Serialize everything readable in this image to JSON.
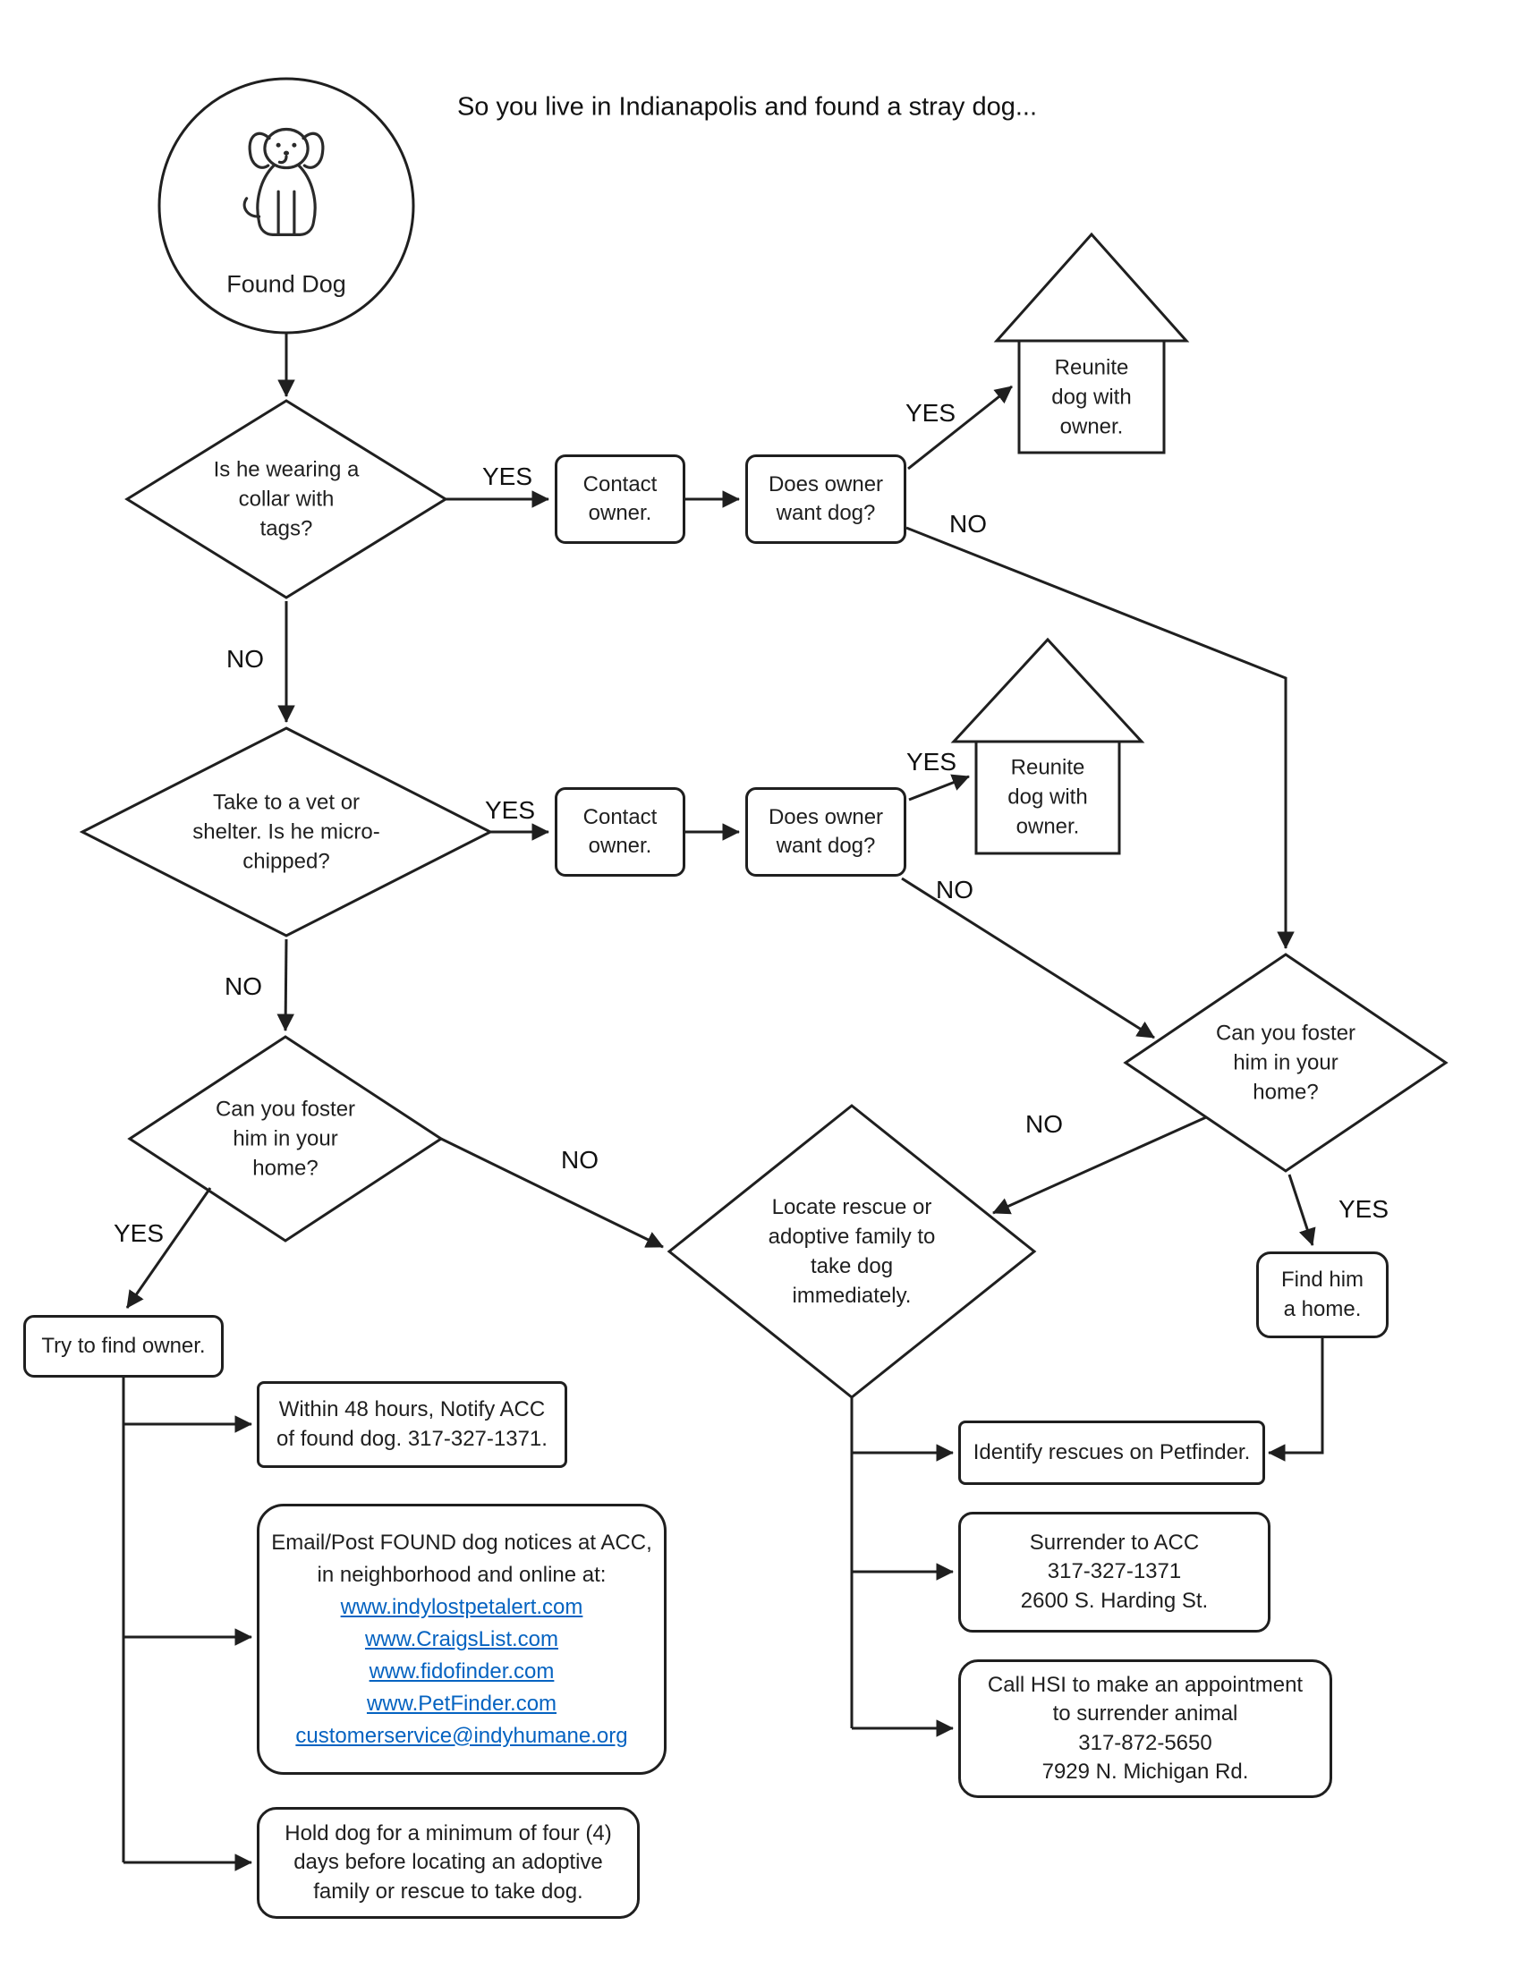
{
  "title": "So you live in Indianapolis and found a stray dog...",
  "palette": {
    "ink": "#1f1f1f",
    "link_blue": "#0563C1",
    "background": "#ffffff"
  },
  "start": {
    "label": "Found Dog"
  },
  "decisions": {
    "collar": {
      "lines": [
        "Is he wearing a",
        "collar with",
        "tags?"
      ]
    },
    "microchip": {
      "lines": [
        "Take to a vet or",
        "shelter.  Is he micro-",
        "chipped?"
      ]
    },
    "foster_left": {
      "lines": [
        "Can you foster",
        "him in your",
        "home?"
      ]
    },
    "foster_right": {
      "lines": [
        "Can you foster",
        "him in your",
        "home?"
      ]
    },
    "locate_rescue": {
      "lines": [
        "Locate rescue or",
        "adoptive family to",
        "take dog",
        "immediately."
      ]
    }
  },
  "processes": {
    "contact_owner_1": {
      "lines": [
        "Contact",
        "owner."
      ]
    },
    "does_owner_want_1": {
      "lines": [
        "Does owner",
        "want dog?"
      ]
    },
    "reunite_1": {
      "lines": [
        "Reunite",
        "dog with",
        "owner."
      ]
    },
    "contact_owner_2": {
      "lines": [
        "Contact",
        "owner."
      ]
    },
    "does_owner_want_2": {
      "lines": [
        "Does owner",
        "want dog?"
      ]
    },
    "reunite_2": {
      "lines": [
        "Reunite",
        "dog with",
        "owner."
      ]
    },
    "find_home": {
      "lines": [
        "Find him",
        "a home."
      ]
    },
    "try_find_owner": {
      "label": "Try to find owner."
    },
    "notify_acc": {
      "lines": [
        "Within 48 hours, Notify ACC",
        "of found dog. 317-327-1371."
      ]
    },
    "post_notices": {
      "lines": [
        "Email/Post FOUND dog notices at ACC,",
        "in neighborhood and online at:"
      ],
      "links": [
        "www.indylostpetalert.com",
        "www.CraigsList.com",
        "www.fidofinder.com",
        "www.PetFinder.com",
        "customerservice@indyhumane.org"
      ]
    },
    "hold_dog": {
      "lines": [
        "Hold dog for a minimum of four (4)",
        "days before locating an adoptive",
        "family or rescue to take dog."
      ]
    },
    "identify_rescues": {
      "label": "Identify rescues on Petfinder."
    },
    "surrender_acc": {
      "lines": [
        "Surrender to ACC",
        "317-327-1371",
        "2600 S. Harding St."
      ]
    },
    "call_hsi": {
      "lines": [
        "Call HSI to make an appointment",
        "to surrender animal",
        "317-872-5650",
        "7929 N. Michigan Rd."
      ]
    }
  },
  "edge_labels": {
    "collar_yes": "YES",
    "collar_no": "NO",
    "owner1_yes": "YES",
    "owner1_no": "NO",
    "microchip_yes": "YES",
    "microchip_no": "NO",
    "owner2_yes": "YES",
    "owner2_no": "NO",
    "foster_left_yes": "YES",
    "foster_left_no": "NO",
    "foster_right_yes": "YES",
    "foster_right_no": "NO"
  }
}
